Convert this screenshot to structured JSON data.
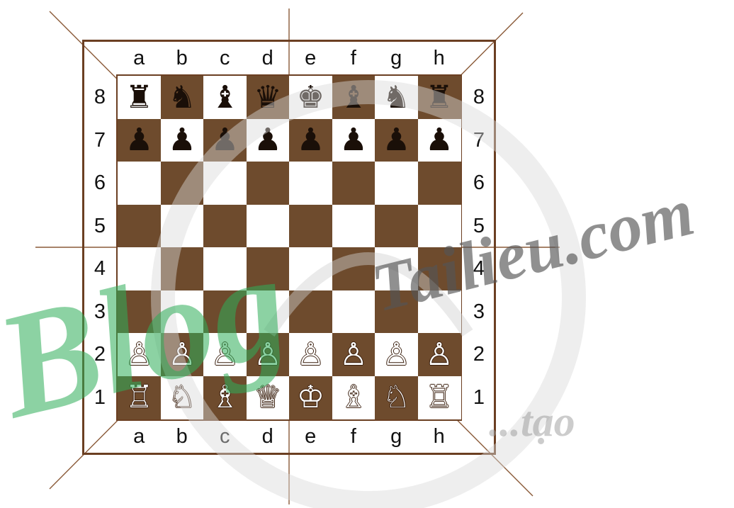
{
  "board": {
    "files": [
      "a",
      "b",
      "c",
      "d",
      "e",
      "f",
      "g",
      "h"
    ],
    "ranks": [
      "8",
      "7",
      "6",
      "5",
      "4",
      "3",
      "2",
      "1"
    ],
    "rows": [
      [
        "♜",
        "♞",
        "♝",
        "♛",
        "♚",
        "♝",
        "♞",
        "♜"
      ],
      [
        "♟",
        "♟",
        "♟",
        "♟",
        "♟",
        "♟",
        "♟",
        "♟"
      ],
      [
        "",
        "",
        "",
        "",
        "",
        "",
        "",
        ""
      ],
      [
        "",
        "",
        "",
        "",
        "",
        "",
        "",
        ""
      ],
      [
        "",
        "",
        "",
        "",
        "",
        "",
        "",
        ""
      ],
      [
        "",
        "",
        "",
        "",
        "",
        "",
        "",
        ""
      ],
      [
        "♙",
        "♙",
        "♙",
        "♙",
        "♙",
        "♙",
        "♙",
        "♙"
      ],
      [
        "♖",
        "♘",
        "♗",
        "♕",
        "♔",
        "♗",
        "♘",
        "♖"
      ]
    ],
    "colors": {
      "light": "#ffffff",
      "dark": "#6e4b2d",
      "frame": "#6b3f22"
    }
  },
  "watermark": {
    "brand": "Blog",
    "site": "Tailieu.com",
    "tagline": "...tạo"
  }
}
